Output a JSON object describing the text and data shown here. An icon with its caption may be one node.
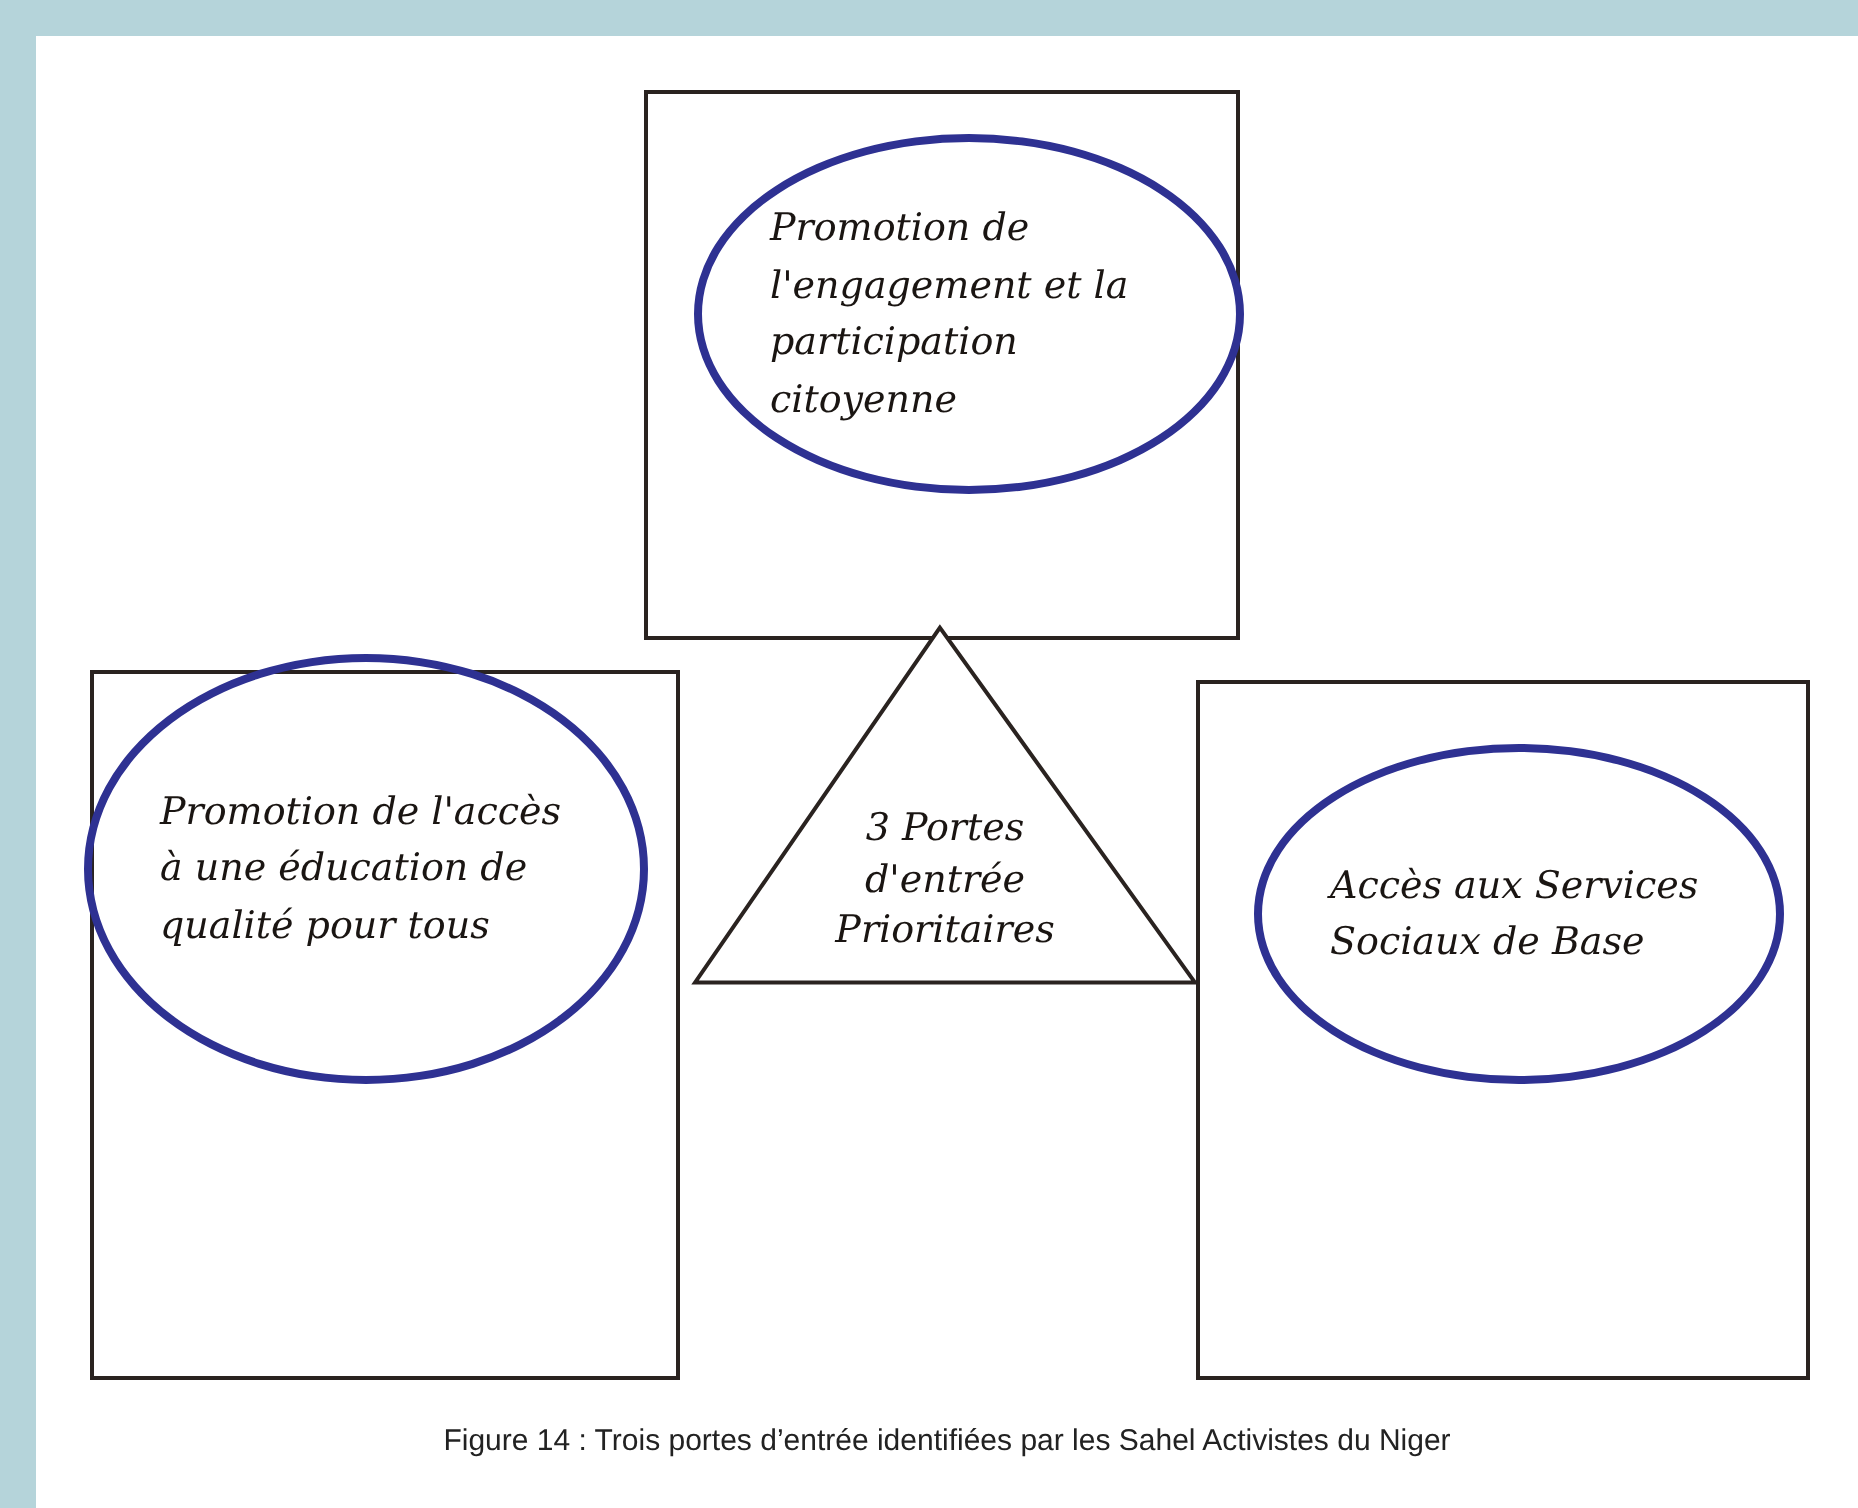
{
  "diagram": {
    "caption": "Figure 14 : Trois portes d’entrée identifiées par les Sahel Activistes du Niger",
    "nodes": [
      {
        "text": [],
        "shape": "box"
      },
      {
        "text": [
          "Promotion de l'engagement et la participation citoyenne"
        ],
        "in": 0
      },
      {
        "text": [],
        "shape": "box"
      },
      {
        "text": [
          "Promotion de l'accès à une éducation de qualité pour tous"
        ],
        "in": 2
      },
      {
        "text": [
          "3 Portes d'entrée Prioritaires"
        ]
      },
      {
        "text": [],
        "shape": "box"
      },
      {
        "text": [
          "Accès aux Services Sociaux de Base"
        ],
        "in": 5
      }
    ]
  }
}
